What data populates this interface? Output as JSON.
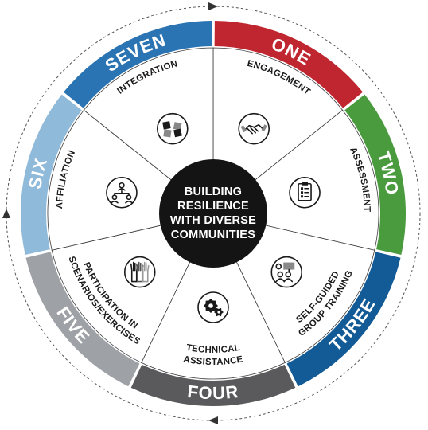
{
  "center": {
    "lines": [
      "BUILDING",
      "RESILIENCE",
      "WITH DIVERSE",
      "COMMUNITIES"
    ]
  },
  "segments": [
    {
      "number": "ONE",
      "label_lines": [
        "ENGAGEMENT"
      ],
      "color": "#c0262f",
      "icon": "handshake-icon"
    },
    {
      "number": "TWO",
      "label_lines": [
        "ASSESSMENT"
      ],
      "color": "#4a9a3e",
      "icon": "clipboard-checklist-icon"
    },
    {
      "number": "THREE",
      "label_lines": [
        "SELF-GUIDED",
        "GROUP TRAINING"
      ],
      "color": "#135b96",
      "icon": "group-training-icon"
    },
    {
      "number": "FOUR",
      "label_lines": [
        "TECHNICAL",
        "ASSISTANCE"
      ],
      "color": "#5a5a5c",
      "icon": "gears-icon"
    },
    {
      "number": "FIVE",
      "label_lines": [
        "PARTICIPATION IN",
        "SCENARIOS/EXERCISES"
      ],
      "color": "#9ea1a5",
      "icon": "raised-hands-icon"
    },
    {
      "number": "SIX",
      "label_lines": [
        "AFFILIATION"
      ],
      "color": "#8fbad9",
      "icon": "org-chart-icon"
    },
    {
      "number": "SEVEN",
      "label_lines": [
        "INTEGRATION"
      ],
      "color": "#2a74b3",
      "icon": "puzzle-pieces-icon"
    }
  ]
}
